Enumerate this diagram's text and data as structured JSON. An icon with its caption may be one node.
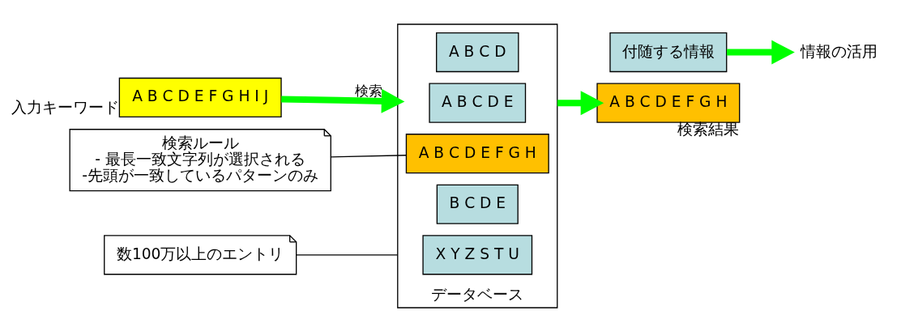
{
  "diagram": {
    "nodes": [
      {
        "text": [
          "A B C D E F G H I J"
        ],
        "beside": [
          "入力キーワード"
        ]
      },
      {
        "text": [
          "データベース"
        ]
      },
      {
        "text": [
          "A B C D"
        ],
        "in": 1
      },
      {
        "text": [
          "A B C D E F G H"
        ],
        "in": 1
      },
      {
        "text": [
          "A B C D E"
        ],
        "in": 1
      },
      {
        "text": [
          "B C D E"
        ],
        "in": 1
      },
      {
        "text": [
          "X Y Z S T U"
        ],
        "in": 1
      },
      {
        "text": [
          "検索ルール",
          "- 最長一致文字列が選択される",
          "-先頭が一致しているパターンのみ"
        ]
      },
      {
        "text": [
          "数100万以上のエントリ"
        ]
      },
      {
        "text": [
          "付随する情報"
        ]
      },
      {
        "text": [
          "A B C D E F G H"
        ],
        "beside": [
          "検索結果"
        ]
      },
      {
        "text": [
          "情報の活用"
        ]
      }
    ],
    "edges": [
      {
        "from": 0,
        "to": 1,
        "arrow": "to",
        "label": "検索",
        "color": "#00ff00"
      },
      {
        "from": 7,
        "to": 3,
        "arrow": "none",
        "color": "#000000"
      },
      {
        "from": 8,
        "to": 1,
        "arrow": "none",
        "color": "#000000"
      },
      {
        "from": 1,
        "to": 10,
        "arrow": "to",
        "color": "#00ff00"
      },
      {
        "from": 9,
        "to": 11,
        "arrow": "to",
        "color": "#00ff00"
      }
    ]
  }
}
